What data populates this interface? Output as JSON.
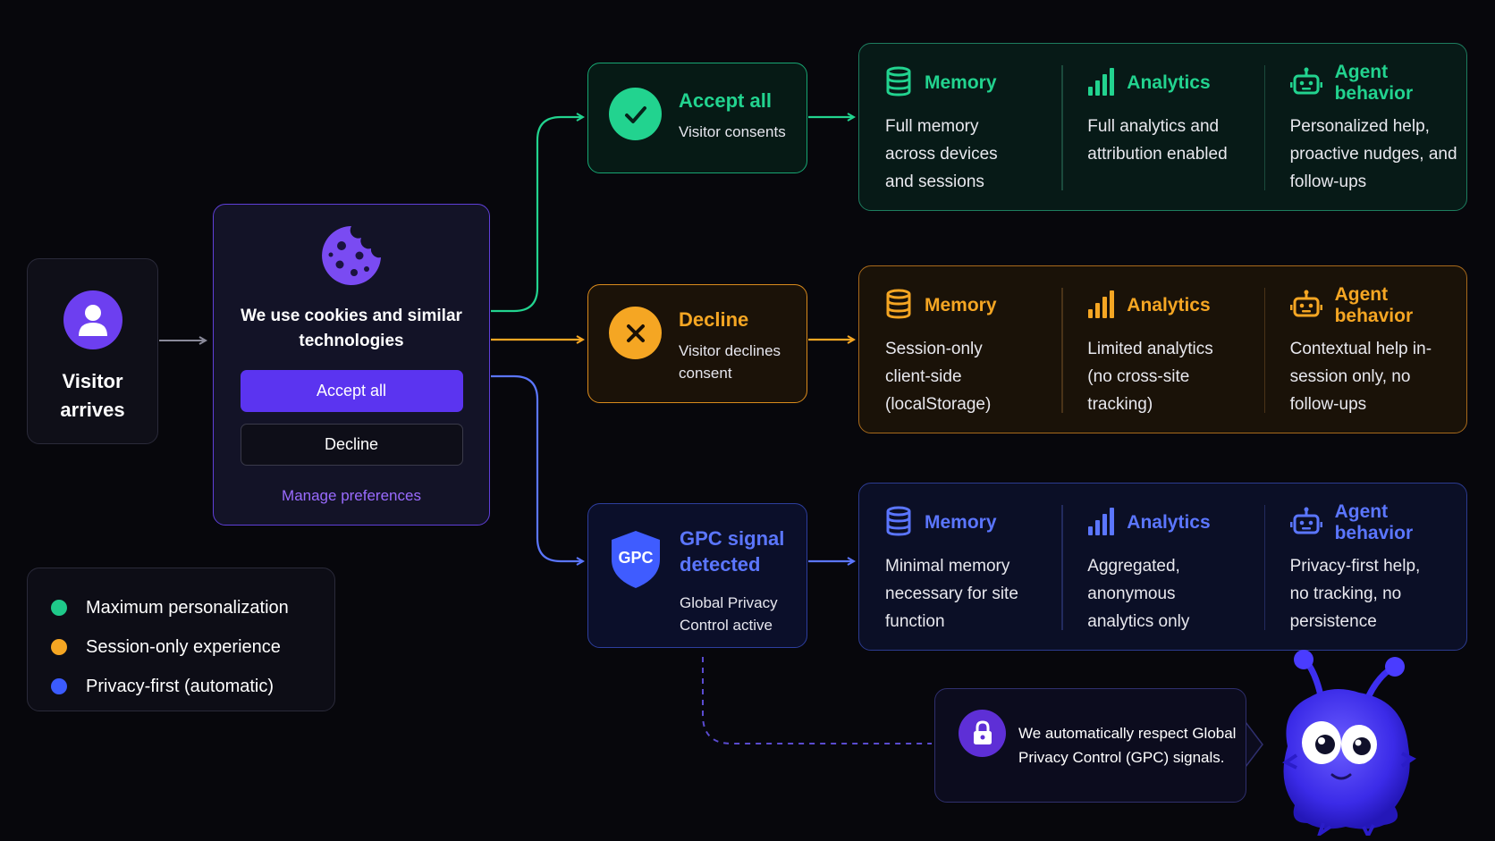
{
  "visitor": {
    "label_line1": "Visitor",
    "label_line2": "arrives"
  },
  "consent": {
    "message": "We use cookies and similar technologies",
    "accept_label": "Accept all",
    "decline_label": "Decline",
    "manage_label": "Manage preferences"
  },
  "legend": [
    {
      "label": "Maximum personalization",
      "color": "#1fc98a"
    },
    {
      "label": "Session-only experience",
      "color": "#f5a623"
    },
    {
      "label": "Privacy-first (automatic)",
      "color": "#3b5bff"
    }
  ],
  "decisions": {
    "accept": {
      "title": "Accept all",
      "sub": "Visitor consents",
      "color": "#22d38f",
      "icon": "check-icon"
    },
    "decline": {
      "title": "Decline",
      "sub": "Visitor declines consent",
      "color": "#f5a623",
      "icon": "x-icon"
    },
    "gpc": {
      "title": "GPC signal detected",
      "sub": "Global Privacy Control active",
      "badge": "GPC",
      "color": "#4d66ff",
      "icon": "shield-icon"
    }
  },
  "outcomes": {
    "accept": {
      "color": "#22d38f",
      "memory": {
        "title": "Memory",
        "body": "Full memory across devices and sessions"
      },
      "analytics": {
        "title": "Analytics",
        "body": "Full analytics and attribution enabled"
      },
      "agent": {
        "title": "Agent behavior",
        "body": "Personalized help, proactive nudges, and follow-ups"
      }
    },
    "decline": {
      "color": "#f5a623",
      "memory": {
        "title": "Memory",
        "body": "Session-only client-side (localStorage)"
      },
      "analytics": {
        "title": "Analytics",
        "body": "Limited analytics (no cross-site tracking)"
      },
      "agent": {
        "title": "Agent behavior",
        "body": "Contextual help in-session only, no follow-ups"
      }
    },
    "gpc": {
      "color": "#5b76ff",
      "memory": {
        "title": "Memory",
        "body": "Minimal memory necessary for site function"
      },
      "analytics": {
        "title": "Analytics",
        "body": "Aggregated, anonymous analytics only"
      },
      "agent": {
        "title": "Agent behavior",
        "body": "Privacy-first help, no tracking, no persistence"
      }
    }
  },
  "note": {
    "text": "We automatically respect Global Privacy Control (GPC) signals."
  }
}
